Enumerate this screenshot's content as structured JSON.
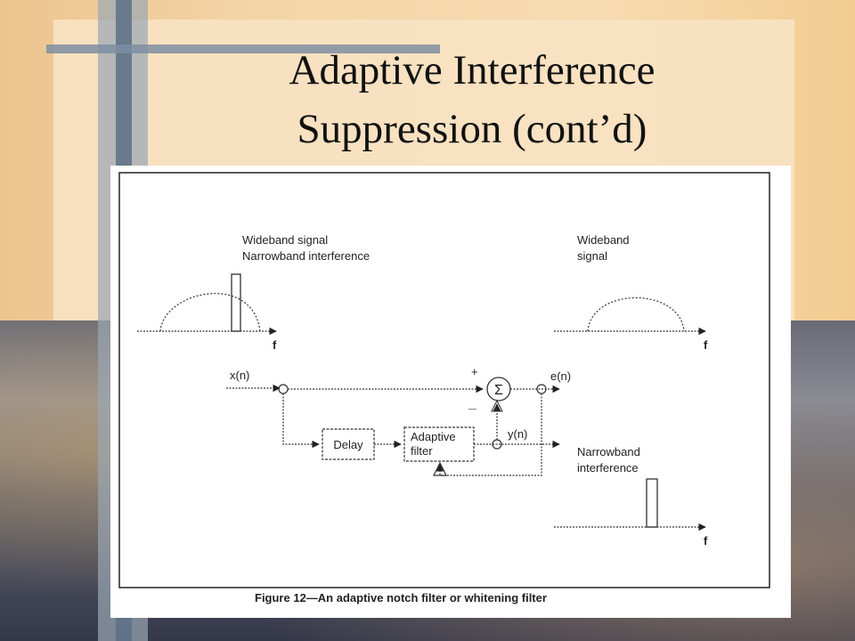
{
  "slide": {
    "title_line1": "Adaptive Interference",
    "title_line2": "Suppression (cont’d)"
  },
  "diagram": {
    "input_spectrum": {
      "label_line1": "Wideband signal",
      "label_line2": "Narrowband interference",
      "axis_label": "f"
    },
    "output_spectrum": {
      "label_line1": "Wideband",
      "label_line2": "signal",
      "axis_label": "f"
    },
    "interference_spectrum": {
      "label_line1": "Narrowband",
      "label_line2": "interference",
      "axis_label": "f"
    },
    "signals": {
      "input": "x(n)",
      "error": "e(n)",
      "filter_output": "y(n)"
    },
    "blocks": {
      "delay": "Delay",
      "adaptive_line1": "Adaptive",
      "adaptive_line2": "filter"
    },
    "summer": {
      "symbol": "Σ",
      "plus_sign": "+",
      "minus_sign": "—"
    },
    "caption": "Figure 12—An adaptive notch filter or whitening filter"
  }
}
